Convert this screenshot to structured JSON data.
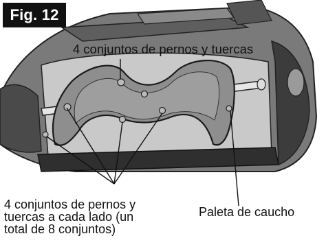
{
  "figure": {
    "label": "Fig. 12",
    "callout_top": "4 conjuntos de pernos y tuercas",
    "callout_bottom_left": [
      "4 conjuntos de pernos y",
      "tuercas a cada lado (un",
      "total de 8 conjuntos)"
    ],
    "callout_bottom_right": "Paleta de caucho"
  }
}
